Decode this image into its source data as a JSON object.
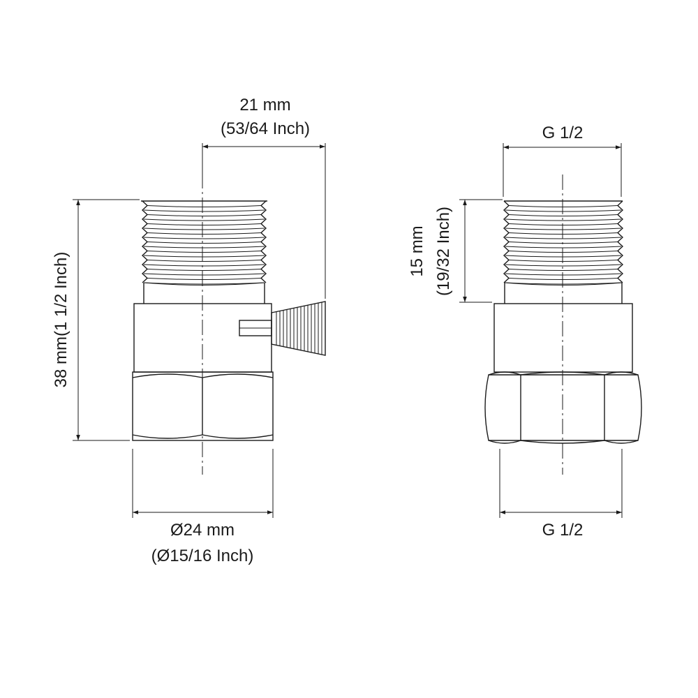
{
  "left_view": {
    "width_mm": "21 mm",
    "width_inch": "(53/64 Inch)",
    "height_label": "38 mm(1  1/2 Inch)",
    "diameter_mm": "Ø24 mm",
    "diameter_inch": "(Ø15/16 Inch)"
  },
  "right_view": {
    "top_thread": "G 1/2",
    "thread_length_mm": "15 mm",
    "thread_length_inch": "(19/32 Inch)",
    "bottom_thread": "G 1/2"
  }
}
